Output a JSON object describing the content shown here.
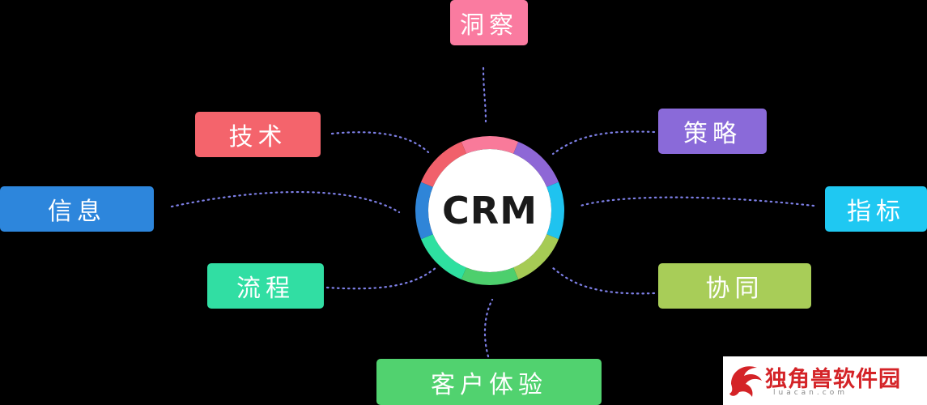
{
  "hub": {
    "label": "CRM"
  },
  "ring_colors": [
    "#f97a9a",
    "#8e67d6",
    "#1fc3ef",
    "#a6cb55",
    "#4dcf6d",
    "#2ee0a0",
    "#2f85d8",
    "#f1606b"
  ],
  "connector_color": "#7d7fe6",
  "nodes": [
    {
      "id": "dongcha",
      "label": "洞察",
      "color": "#fa7ba0"
    },
    {
      "id": "celue",
      "label": "策略",
      "color": "#8a6ad9"
    },
    {
      "id": "zhibiao",
      "label": "指标",
      "color": "#1fc8f2"
    },
    {
      "id": "xietong",
      "label": "协同",
      "color": "#a8cd58"
    },
    {
      "id": "kehutiyan",
      "label": "客户体验",
      "color": "#51d26f"
    },
    {
      "id": "liucheng",
      "label": "流程",
      "color": "#31dea3"
    },
    {
      "id": "xinxi",
      "label": "信息",
      "color": "#2d86dc"
    },
    {
      "id": "jishu",
      "label": "技术",
      "color": "#f4646c"
    }
  ],
  "watermark": {
    "title": "独角兽软件园",
    "subtitle": "luacan.com",
    "logo": "dragon-logo-icon"
  }
}
